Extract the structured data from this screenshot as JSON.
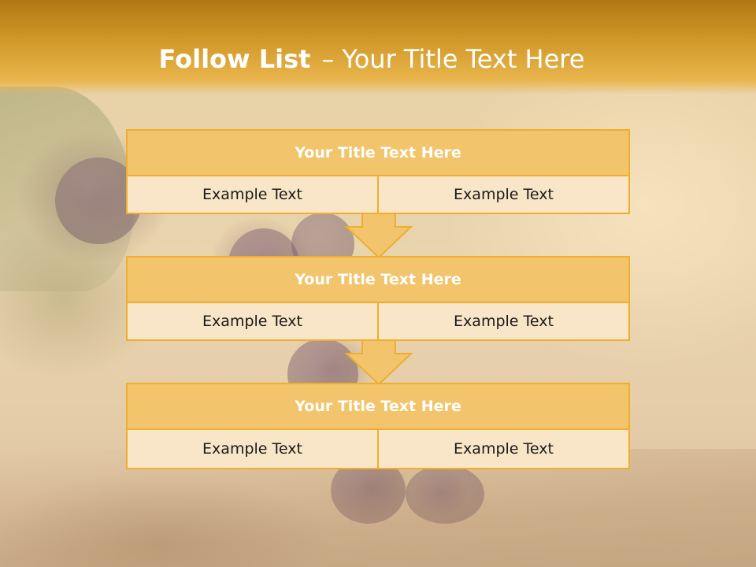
{
  "slide": {
    "title_bold": "Follow List",
    "title_separator": "–",
    "title_rest": "Your Title Text Here"
  },
  "steps": [
    {
      "title": "Your Title Text Here",
      "left": "Example Text",
      "right": "Example Text"
    },
    {
      "title": "Your Title Text Here",
      "left": "Example Text",
      "right": "Example Text"
    },
    {
      "title": "Your Title Text Here",
      "left": "Example Text",
      "right": "Example Text"
    }
  ],
  "colors": {
    "banner": "#d29a2a",
    "box_border": "#f0ae2e",
    "box_header": "#f2c46c",
    "box_body": "#f9e5c7",
    "arrow_fill": "#f2c46c"
  },
  "icons": [
    "down-arrow-icon"
  ]
}
